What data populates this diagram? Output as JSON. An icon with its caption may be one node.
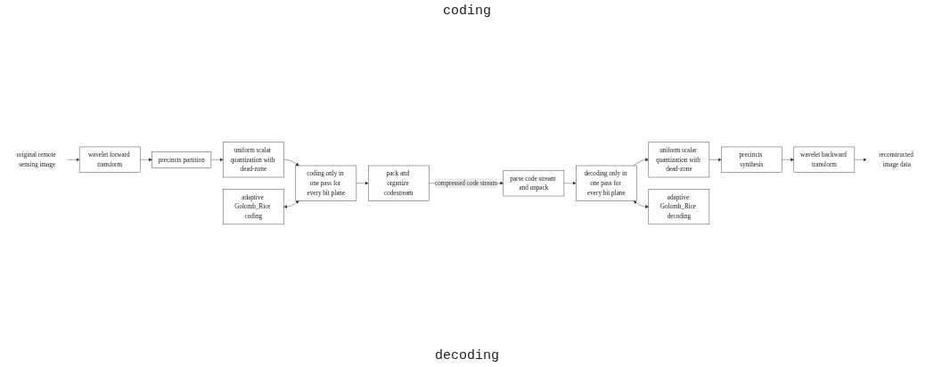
{
  "diagram": {
    "nodes": [
      {
        "text": [
          "original remote sensing image"
        ]
      },
      {
        "text": [
          "wavelet forward transform"
        ]
      },
      {
        "text": [
          "precincts partition"
        ]
      },
      {
        "text": [
          "uniform scalar quantization with dead-zone"
        ]
      },
      {
        "text": [
          "adaptive Golomb_Rice coding"
        ]
      },
      {
        "text": [
          "coding only in one pass for every bit plane"
        ]
      },
      {
        "text": [
          "pack and organize codestream"
        ]
      },
      {
        "text": [
          "reconstructed image data"
        ]
      },
      {
        "text": [
          "wavelet backward transform"
        ]
      },
      {
        "text": [
          "precincts synthesis"
        ]
      },
      {
        "text": [
          "uniform scalar quantization with dead-zone"
        ]
      },
      {
        "text": [
          "decoding only in one pass for every bit plane"
        ]
      },
      {
        "text": [
          "parse code stream and unpack"
        ]
      },
      {
        "text": [
          "adaptive Golomb_Rice decoding"
        ]
      }
    ],
    "edges": [
      {
        "from": 0,
        "to": 1,
        "arrow": "to"
      },
      {
        "from": 1,
        "to": 2,
        "arrow": "to"
      },
      {
        "from": 2,
        "to": 3,
        "arrow": "to"
      },
      {
        "from": 3,
        "to": 5,
        "arrow": "to"
      },
      {
        "from": 4,
        "to": 5,
        "arrow": "both"
      },
      {
        "from": 5,
        "to": 6,
        "arrow": "to"
      },
      {
        "from": 6,
        "to": 12,
        "arrow": "to",
        "label": "compressed code stream"
      },
      {
        "from": 12,
        "to": 11,
        "arrow": "to"
      },
      {
        "from": 11,
        "to": 10,
        "arrow": "to"
      },
      {
        "from": 10,
        "to": 9,
        "arrow": "to"
      },
      {
        "from": 9,
        "to": 8,
        "arrow": "to"
      },
      {
        "from": 8,
        "to": 7,
        "arrow": "to"
      },
      {
        "from": 11,
        "to": 13,
        "arrow": "both"
      }
    ],
    "labels": [
      "coding",
      "decoding"
    ]
  }
}
